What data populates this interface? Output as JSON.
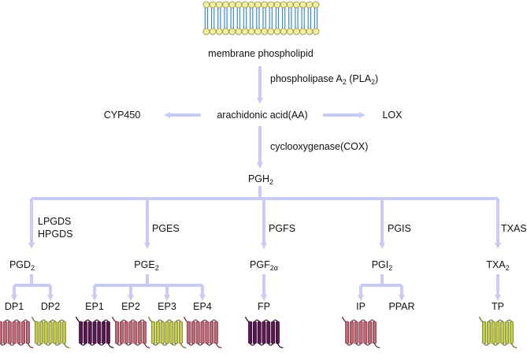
{
  "colors": {
    "arrow": "#c9cbf2",
    "membrane_head_fill": "#f3eea0",
    "membrane_head_stroke": "#8f8a4a",
    "membrane_tail": "#3a8ec9",
    "receptor_pink": "#c06a78",
    "receptor_purple": "#5a1850",
    "receptor_yellowgreen": "#c2cc48"
  },
  "membrane": {
    "label": "membrane  phospholipid"
  },
  "step_pla2": {
    "label": "phospholipase A",
    "sub": "2",
    "label_tail": " (PLA",
    "sub2": "2",
    "label_end": ")"
  },
  "aa": {
    "label": "arachidonic acid(AA)"
  },
  "side_left": {
    "label": "CYP450"
  },
  "side_right": {
    "label": "LOX"
  },
  "step_cox": {
    "label": "cyclooxygenase(COX)"
  },
  "pgh2": {
    "label": "PGH",
    "sub": "2"
  },
  "enzymes": {
    "pgd": [
      "LPGDS",
      "HPGDS"
    ],
    "pge": "PGES",
    "pgf": "PGFS",
    "pgi": "PGIS",
    "txa": "TXAS"
  },
  "products": {
    "pgd2": {
      "label": "PGD",
      "sub": "2"
    },
    "pge2": {
      "label": "PGE",
      "sub": "2"
    },
    "pgf2a": {
      "label": "PGF",
      "sub": "2α"
    },
    "pgi2": {
      "label": "PGI",
      "sub": "2"
    },
    "txa2": {
      "label": "TXA",
      "sub": "2"
    }
  },
  "receptors": {
    "dp1": {
      "label": "DP1",
      "icon": "gpcr-icon",
      "color": "pink"
    },
    "dp2": {
      "label": "DP2",
      "icon": "gpcr-icon",
      "color": "yellowgreen"
    },
    "ep1": {
      "label": "EP1",
      "icon": "gpcr-icon",
      "color": "purple"
    },
    "ep2": {
      "label": "EP2",
      "icon": "gpcr-icon",
      "color": "pink"
    },
    "ep3": {
      "label": "EP3",
      "icon": "gpcr-icon",
      "color": "yellowgreen"
    },
    "ep4": {
      "label": "EP4",
      "icon": "gpcr-icon",
      "color": "pink"
    },
    "fp": {
      "label": "FP",
      "icon": "gpcr-icon",
      "color": "purple"
    },
    "ip": {
      "label": "IP",
      "icon": "gpcr-icon",
      "color": "pink"
    },
    "ppar": {
      "label": "PPAR",
      "icon": "",
      "color": ""
    },
    "tp": {
      "label": "TP",
      "icon": "gpcr-icon",
      "color": "yellowgreen"
    }
  }
}
